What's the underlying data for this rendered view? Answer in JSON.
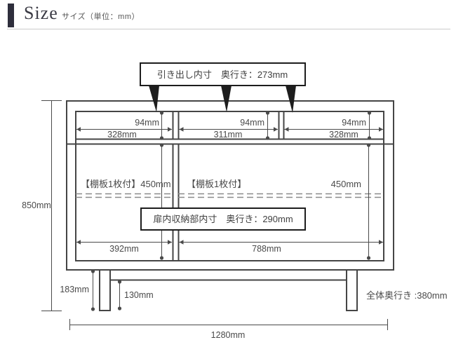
{
  "header": {
    "title": "Size",
    "subtitle": "サイズ（単位：mm）"
  },
  "callouts": {
    "drawer_inner": "引き出し内寸　奥行き：273mm",
    "door_inner": "扉内収納部内寸　奥行き：290mm"
  },
  "dimensions": {
    "drawer1_height": "94mm",
    "drawer2_height": "94mm",
    "drawer3_height": "94mm",
    "drawer1_width": "328mm",
    "drawer2_width": "311mm",
    "drawer3_width": "328mm",
    "left_shelf_label": "【棚板1枚付】450mm",
    "right_shelf_label": "【棚板1枚付】",
    "right_shelf_height": "450mm",
    "left_inner_width": "392mm",
    "right_inner_width": "788mm",
    "overall_height": "850mm",
    "floor_clearance": "183mm",
    "leg_height": "130mm",
    "overall_depth": "全体奥行き :380mm",
    "overall_width": "1280mm"
  },
  "colors": {
    "accent_bar": "#2e2e3c",
    "line": "#4a4a4a",
    "dashed_shelf": "#8a8a8a"
  }
}
